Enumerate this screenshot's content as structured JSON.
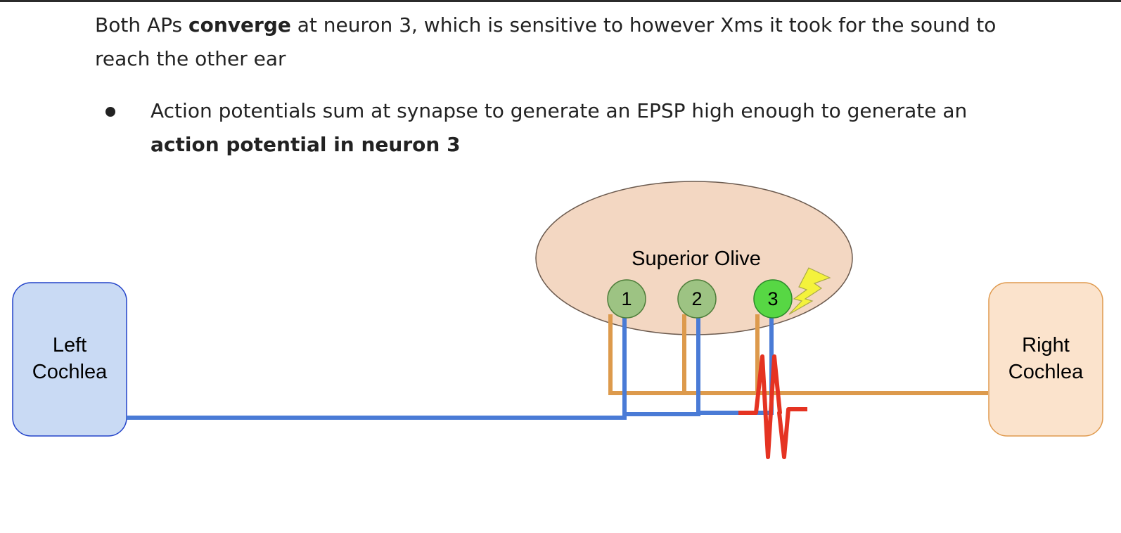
{
  "paragraph": {
    "lead": "Both APs ",
    "emphasis": "converge",
    "rest": " at neuron 3, which is sensitive to however Xms it took for the sound to reach the other ear"
  },
  "bullet": {
    "text": "Action potentials sum at synapse to generate an EPSP high enough to generate an ",
    "emphasis": "action potential in neuron 3"
  },
  "diagram": {
    "left_box_label_line1": "Left",
    "left_box_label_line2": "Cochlea",
    "right_box_label_line1": "Right",
    "right_box_label_line2": "Cochlea",
    "olive_label": "Superior Olive",
    "neuron_1": "1",
    "neuron_2": "2",
    "neuron_3": "3",
    "colors": {
      "left_path": "#4a7bd6",
      "right_path": "#dd9a4c",
      "spike": "#e53322",
      "olive_fill": "#f3d7c2",
      "left_box_fill": "#c9daf4",
      "right_box_fill": "#fbe3cc",
      "neuron_fill": "#9dc383",
      "neuron_active_fill": "#57d744",
      "lightning": "#f4f23c"
    }
  }
}
